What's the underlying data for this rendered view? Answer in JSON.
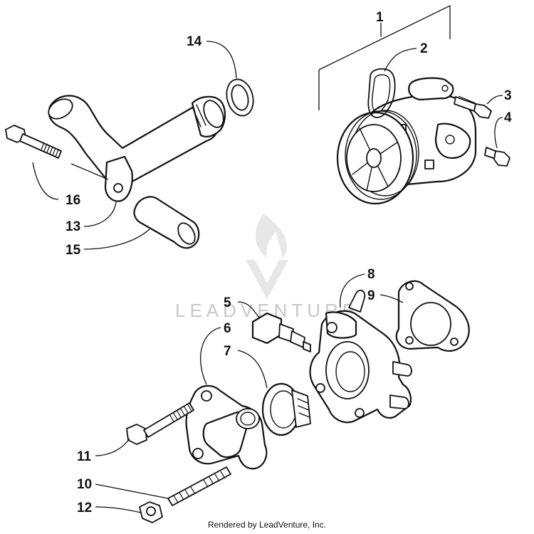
{
  "watermark": {
    "text": "LEADVENTURE"
  },
  "footer": {
    "text": "Rendered by LeadVenture, Inc."
  },
  "callouts": [
    {
      "id": "1",
      "label": "1"
    },
    {
      "id": "2",
      "label": "2"
    },
    {
      "id": "3",
      "label": "3"
    },
    {
      "id": "4",
      "label": "4"
    },
    {
      "id": "5",
      "label": "5"
    },
    {
      "id": "6",
      "label": "6"
    },
    {
      "id": "7",
      "label": "7"
    },
    {
      "id": "8",
      "label": "8"
    },
    {
      "id": "9",
      "label": "9"
    },
    {
      "id": "10",
      "label": "10"
    },
    {
      "id": "11",
      "label": "11"
    },
    {
      "id": "12",
      "label": "12"
    },
    {
      "id": "13",
      "label": "13"
    },
    {
      "id": "14",
      "label": "14"
    },
    {
      "id": "15",
      "label": "15"
    },
    {
      "id": "16",
      "label": "16"
    }
  ]
}
